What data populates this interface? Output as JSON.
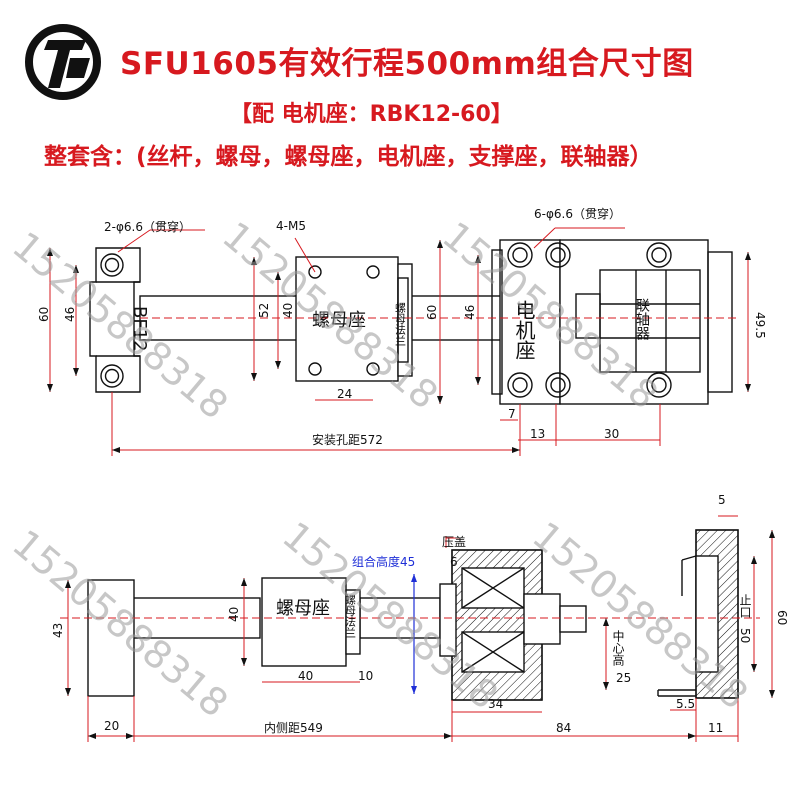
{
  "header": {
    "title": "SFU1605有效行程500mm组合尺寸图",
    "subtitle": "【配 电机座：RBK12-60】",
    "kit": "整套含：(丝杆，螺母，螺母座，电机座，支撑座，联轴器）"
  },
  "watermark": "15205888318",
  "top_view": {
    "bf_label": "BF12",
    "bf_hole": "2-φ6.6（贯穿）",
    "bf_height": "60",
    "bf_hole_span": "46",
    "nut_thread": "4-M5",
    "nut_label": "螺母座",
    "nut_flange_label": "螺母法兰",
    "nut_height": "52",
    "nut_hole_span": "40",
    "nut_hole_width": "24",
    "motor_hole": "6-φ6.6（贯穿）",
    "motor_label": "电机座",
    "motor_height": "60",
    "motor_hole_span": "46",
    "coupler_label": "联轴器",
    "motor_side": "49.5",
    "dim_7": "7",
    "dim_13": "13",
    "dim_30": "30",
    "mount_distance": "安装孔距572"
  },
  "side_view": {
    "bf_height": "43",
    "bf_width": "20",
    "nut_label": "螺母座",
    "nut_flange_label": "螺母法兰",
    "nut_height": "40",
    "nut_len": "40",
    "nut_flange": "10",
    "combo_height": "组合高度45",
    "cover_label": "压盖",
    "cover_dim": "6",
    "dim_34": "34",
    "center_height_label": "中心高",
    "center_height": "25",
    "stop_label": "止口",
    "stop_dim": "50",
    "outer_height": "60",
    "dim_5": "5",
    "dim_5_5": "5.5",
    "inner_distance": "内侧距549",
    "dim_84": "84",
    "dim_11": "11"
  }
}
